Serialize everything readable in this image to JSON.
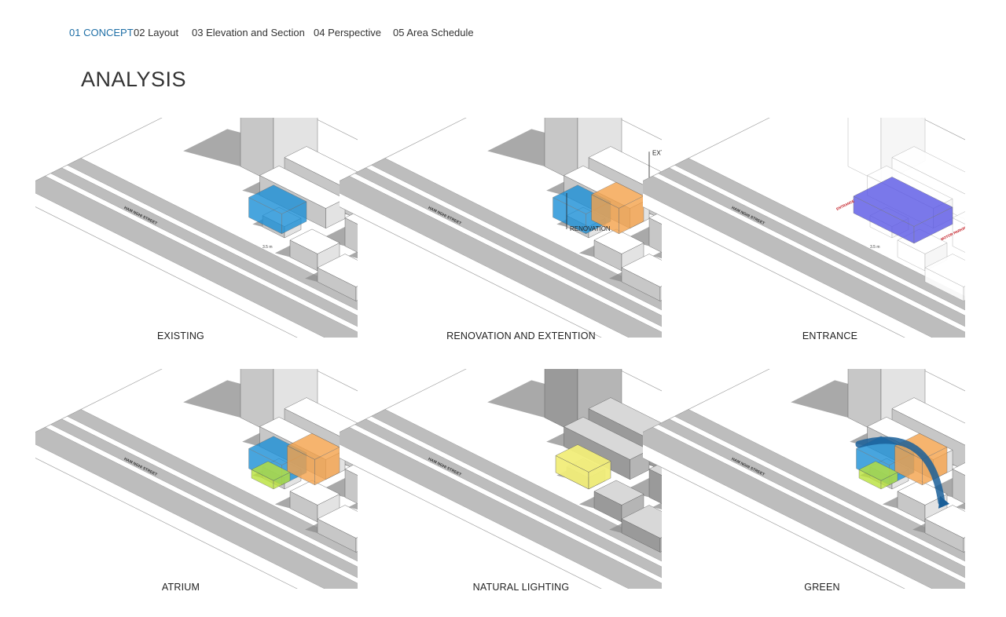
{
  "nav": {
    "items": [
      {
        "label": "01 CONCEPT",
        "active": true
      },
      {
        "label": "02 Layout",
        "active": false
      },
      {
        "label": "03  Elevation and Section",
        "active": false
      },
      {
        "label": "04  Perspective",
        "active": false
      },
      {
        "label": "05  Area Schedule",
        "active": false
      }
    ]
  },
  "page_title": "ANALYSIS",
  "diagrams": [
    {
      "caption": "EXISTING",
      "street": "HAM NGHI STREET",
      "dimension": "3.5 m",
      "highlights": [
        "blue"
      ]
    },
    {
      "caption": "RENOVATION AND EXTENTION",
      "street": "HAM NGHI STREET",
      "label_top": "EXTENTION",
      "label_bottom": "RENOVATION",
      "highlights": [
        "blue",
        "orange"
      ]
    },
    {
      "caption": "ENTRANCE",
      "street": "HAM NGHI STREET",
      "dimension": "3.5 m",
      "label_left": "ENTRANCE",
      "label_right": "MOTOR PARKING",
      "highlights": [
        "purple"
      ]
    },
    {
      "caption": "ATRIUM",
      "street": "HAM NGHI STREET",
      "highlights": [
        "blue",
        "orange",
        "green"
      ]
    },
    {
      "caption": "NATURAL LIGHTING",
      "street": "HAM NGHI STREET",
      "highlights": [
        "yellow"
      ]
    },
    {
      "caption": "GREEN",
      "street": "HAM NGHI STREET",
      "highlights": [
        "blue",
        "orange",
        "green",
        "flow"
      ]
    }
  ],
  "colors": {
    "blue": "#1b8fd6",
    "orange": "#f5a24a",
    "purple": "#5a57e6",
    "green": "#b9e23a",
    "yellow": "#f2ee7a",
    "flow": "#1a5f99",
    "accent_nav": "#1f6fa6",
    "red_label": "#c0141c"
  }
}
